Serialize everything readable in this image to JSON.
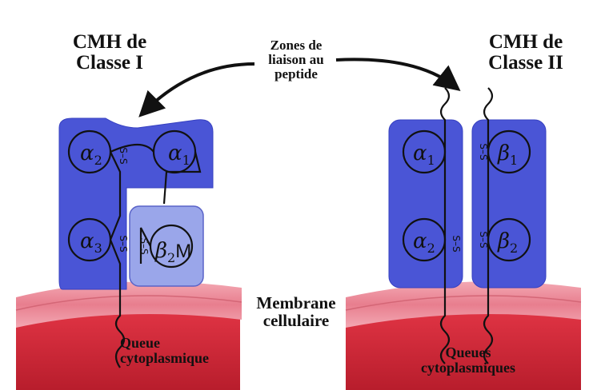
{
  "labels": {
    "class1_title_line1": "CMH de",
    "class1_title_line2": "Classe I",
    "class2_title_line1": "CMH de",
    "class2_title_line2": "Classe II",
    "binding_zones_line1": "Zones de",
    "binding_zones_line2": "liaison au",
    "binding_zones_line3": "peptide",
    "membrane_line1": "Membrane",
    "membrane_line2": "cellulaire",
    "tail_single_line1": "Queue",
    "tail_single_line2": "cytoplasmique",
    "tails_plural_line1": "Queues",
    "tails_plural_line2": "cytoplasmiques"
  },
  "domains": {
    "class1": {
      "alpha2": {
        "letter": "α",
        "sub": "2"
      },
      "alpha1": {
        "letter": "α",
        "sub": "1"
      },
      "alpha3": {
        "letter": "α",
        "sub": "3"
      },
      "b2m": {
        "letter": "β",
        "sub": "2",
        "suffix": "M"
      }
    },
    "class2": {
      "alpha1": {
        "letter": "α",
        "sub": "1"
      },
      "alpha2": {
        "letter": "α",
        "sub": "2"
      },
      "beta1": {
        "letter": "β",
        "sub": "1"
      },
      "beta2": {
        "letter": "β",
        "sub": "2"
      }
    }
  },
  "disulfide": "S–S",
  "colors": {
    "protein_blue": "#4a55d6",
    "b2m_light_blue": "#9aa6ea",
    "membrane_pink": "#ee8c9a",
    "cytoplasm_red": "#d42a3a",
    "outline": "#1a1a1a"
  }
}
